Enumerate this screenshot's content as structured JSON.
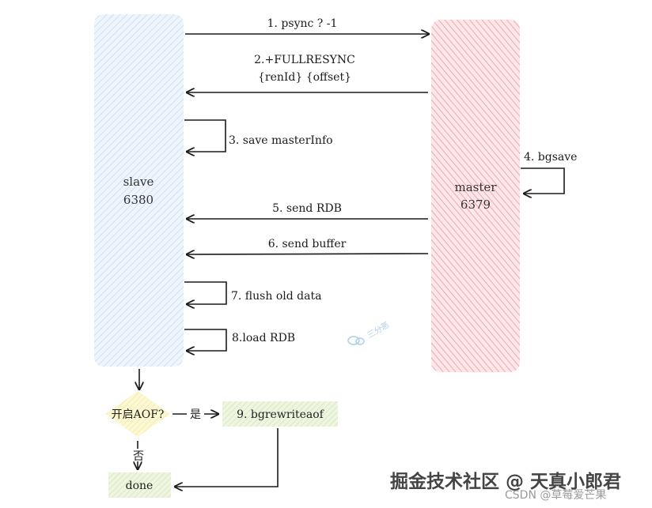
{
  "nodes": {
    "slave": {
      "name": "slave",
      "port": "6380",
      "fill": "#e8f1fb",
      "hatch": "#c9ddf3"
    },
    "master": {
      "name": "master",
      "port": "6379",
      "fill": "#fde2e4",
      "hatch": "#f3a6ad"
    }
  },
  "steps": [
    {
      "label": "1. psync ? -1"
    },
    {
      "label": "2.+FULLRESYNC",
      "sub": "{renId} {offset}"
    },
    {
      "label": "3. save masterInfo"
    },
    {
      "label": "4. bgsave"
    },
    {
      "label": "5. send RDB"
    },
    {
      "label": "6. send buffer"
    },
    {
      "label": "7. flush old data"
    },
    {
      "label": "8.load RDB"
    }
  ],
  "flow": {
    "decision": "开启AOF?",
    "yes_label": "是",
    "no_label": "否",
    "rewrite": "9. bgrewriteaof",
    "done": "done",
    "decision_color": "#fbf6c8",
    "box_color": "#e4efd2"
  },
  "watermark": {
    "main": "掘金技术社区 @ 天真小郎君",
    "csdn": "CSDN @草莓爱芒果",
    "logo_text": "三分恶"
  }
}
